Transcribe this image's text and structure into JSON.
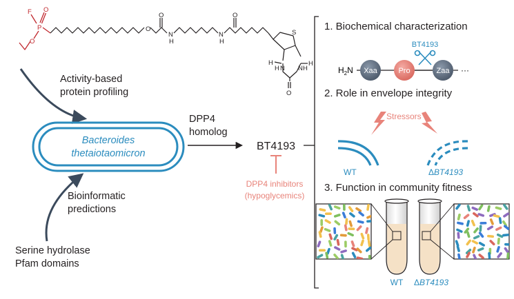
{
  "probe": {
    "atoms": {
      "F": "F",
      "P": "P",
      "O_ester": "O",
      "O_double": "O",
      "O_carb1": "O",
      "O_carb2": "O",
      "N_carb": "N",
      "H_carb": "H",
      "N_amide": "N",
      "H_amide": "H",
      "O_amide": "O",
      "S": "S",
      "H_left": "H",
      "N_left": "N",
      "H_right": "H",
      "N_right": "N",
      "O_urea": "O",
      "H_stereo1": "H",
      "H_stereo2": "H"
    },
    "label_line1": "Activity-based",
    "label_line2": "protein profiling"
  },
  "organism": {
    "line1": "Bacteroides",
    "line2": "thetaiotaomicron"
  },
  "bioinformatics": {
    "label_line1": "Bioinformatic",
    "label_line2": "predictions",
    "source_line1": "Serine hydrolase",
    "source_line2": "Pfam domains"
  },
  "homolog": {
    "line1": "DPP4",
    "line2": "homolog"
  },
  "protein": "BT4193",
  "inhibitors": {
    "line1": "DPP4 inhibitors",
    "line2": "(hypoglycemics)"
  },
  "section1": {
    "title": "1. Biochemical characterization",
    "cleaver": "BT4193",
    "n_term": "H",
    "n_term_sub": "2",
    "n_term_atom": "N",
    "residues": [
      "Xaa",
      "Pro",
      "Zaa"
    ],
    "ellipsis": "···"
  },
  "section2": {
    "title": "2. Role in envelope integrity",
    "stressors": "Stressors",
    "wt": "WT",
    "mutant_delta": "Δ",
    "mutant": "BT4193"
  },
  "section3": {
    "title": "3. Function in community fitness",
    "wt": "WT",
    "mutant_delta": "Δ",
    "mutant": "BT4193"
  },
  "colors": {
    "text": "#231f20",
    "teal": "#2b8cbe",
    "salmon": "#e8837a",
    "probe_red": "#c0272d",
    "slate": "#3b4a5c",
    "bead_grey": "#5d6b7d",
    "tube_fill": "#f5e1c6"
  }
}
